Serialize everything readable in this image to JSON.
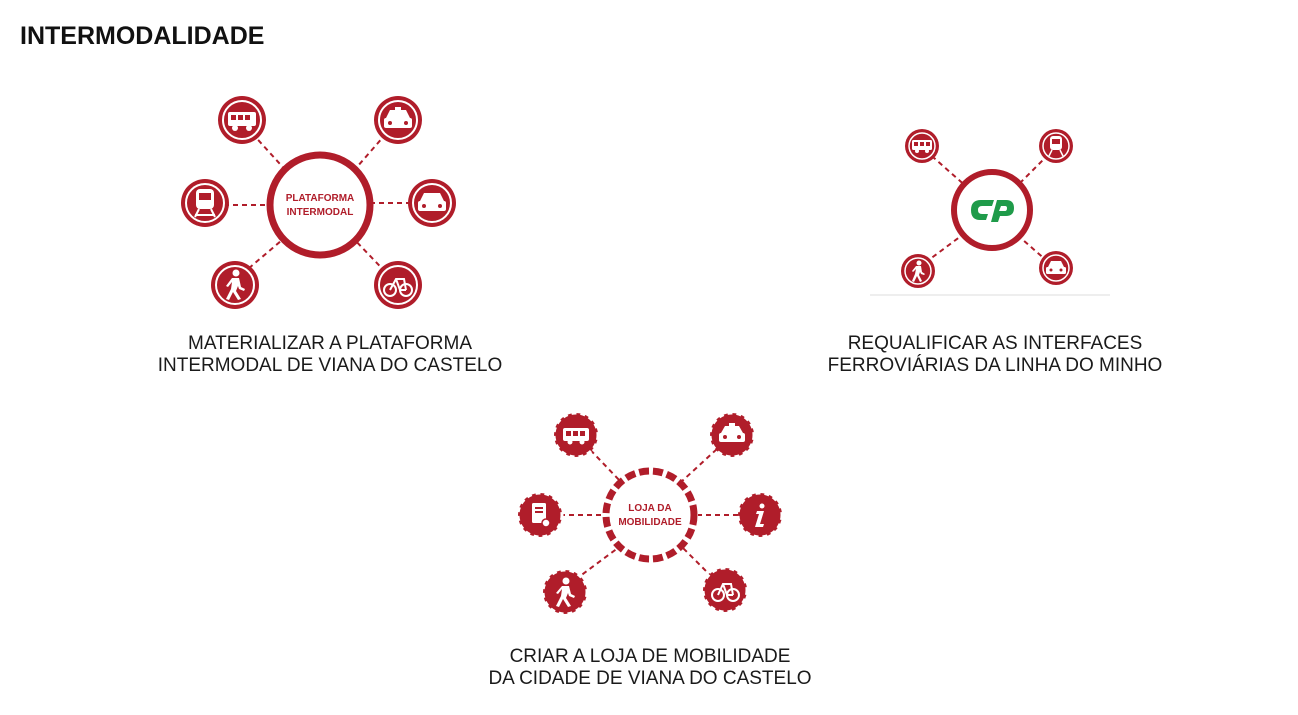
{
  "page": {
    "title": "INTERMODALIDADE"
  },
  "colors": {
    "accent": "#b01d2a",
    "cp_green": "#1f9b4a",
    "text": "#1a1a1a"
  },
  "diagrams": [
    {
      "center_lines": [
        "PLATAFORMA",
        "INTERMODAL"
      ],
      "caption": [
        "MATERIALIZAR A PLATAFORMA",
        "INTERMODAL DE VIANA DO CASTELO"
      ],
      "nodes": [
        "bus-icon",
        "taxi-icon",
        "train-icon",
        "car-icon",
        "pedestrian-icon",
        "bicycle-icon"
      ]
    },
    {
      "center_logo": "cp",
      "caption": [
        "REQUALIFICAR AS INTERFACES",
        "FERROVIÁRIAS DA LINHA DO MINHO"
      ],
      "nodes": [
        "bus-icon",
        "train-icon",
        "pedestrian-icon",
        "car-icon"
      ]
    },
    {
      "center_lines": [
        "LOJA DA",
        "MOBILIDADE"
      ],
      "caption": [
        "CRIAR A LOJA DE MOBILIDADE",
        "DA CIDADE DE VIANA DO CASTELO"
      ],
      "nodes": [
        "bus-icon",
        "taxi-icon",
        "ticket-icon",
        "info-icon",
        "pedestrian-icon",
        "bicycle-icon"
      ]
    }
  ]
}
